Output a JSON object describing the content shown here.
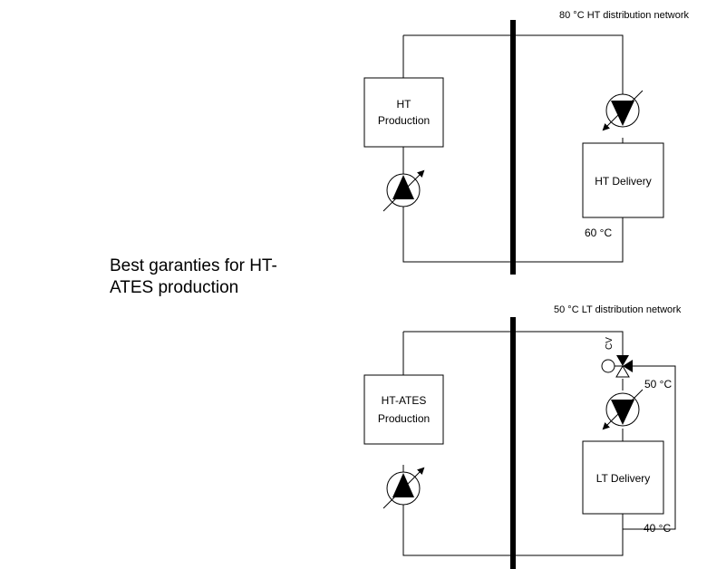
{
  "caption": {
    "line1": "Best garanties for HT-",
    "line2": "ATES production"
  },
  "top_circuit": {
    "network_label": "80 °C HT distribution network",
    "production_label_line1": "HT",
    "production_label_line2": "Production",
    "delivery_label": "HT Delivery",
    "return_temp_label": "60 °C"
  },
  "bottom_circuit": {
    "network_label": "50 °C LT distribution network",
    "production_label_line1": "HT-ATES",
    "production_label_line2": "Production",
    "delivery_label": "LT Delivery",
    "supply_temp_label": "50 °C",
    "return_temp_label": "40 °C",
    "valve_label": "CV"
  }
}
